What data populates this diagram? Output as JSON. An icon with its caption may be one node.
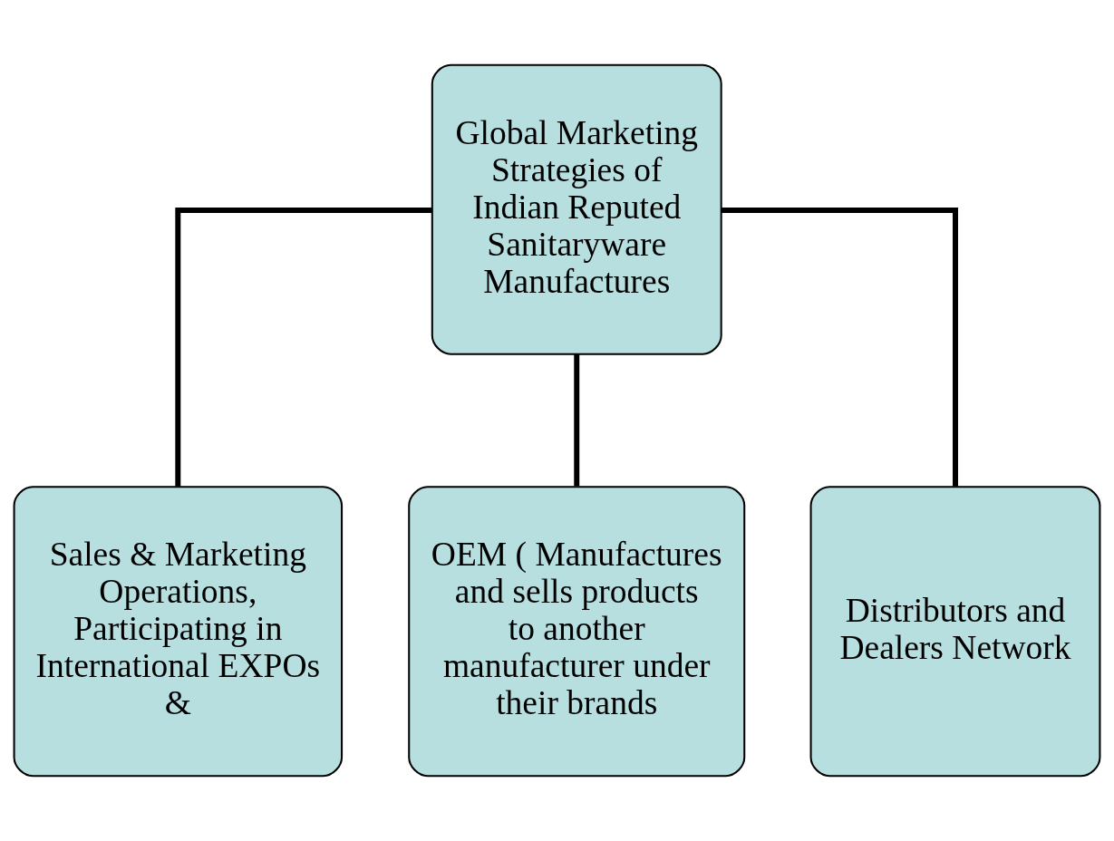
{
  "diagram": {
    "nodes": [
      {
        "text": [
          "Global Marketing Strategies of Indian Reputed Sanitaryware Manufactures"
        ]
      },
      {
        "text": [
          "Sales & Marketing Operations, Participating in International EXPOs &"
        ]
      },
      {
        "text": [
          "OEM ( Manufactures and sells products to another manufacturer under their brands"
        ]
      },
      {
        "text": [
          "Distributors and Dealers Network"
        ]
      }
    ],
    "edges": [
      {
        "from": 0,
        "to": 1,
        "arrow": "none"
      },
      {
        "from": 0,
        "to": 2,
        "arrow": "none"
      },
      {
        "from": 0,
        "to": 3,
        "arrow": "none"
      }
    ]
  }
}
